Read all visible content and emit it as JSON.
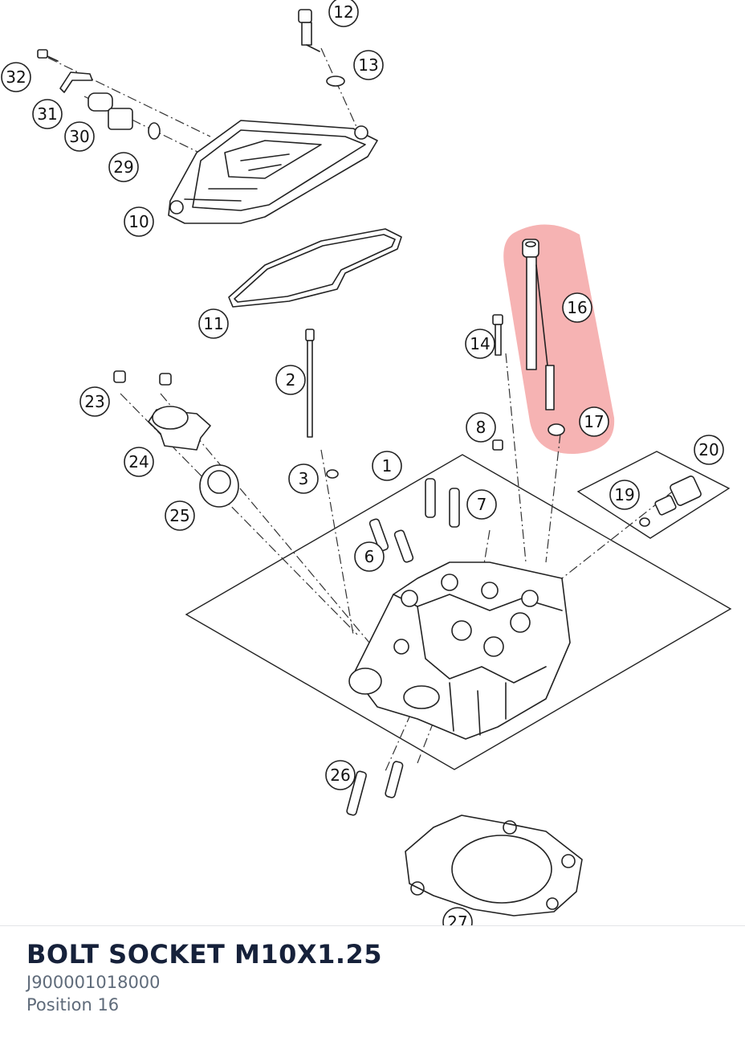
{
  "diagram": {
    "callouts": [
      "1",
      "2",
      "3",
      "6",
      "7",
      "8",
      "10",
      "11",
      "12",
      "13",
      "14",
      "16",
      "17",
      "19",
      "20",
      "23",
      "24",
      "25",
      "26",
      "27",
      "29",
      "30",
      "31",
      "32"
    ],
    "highlight_color": "#f08080"
  },
  "part": {
    "name": "BOLT SOCKET M10X1.25",
    "number": "J900001018000",
    "position": "Position 16"
  }
}
